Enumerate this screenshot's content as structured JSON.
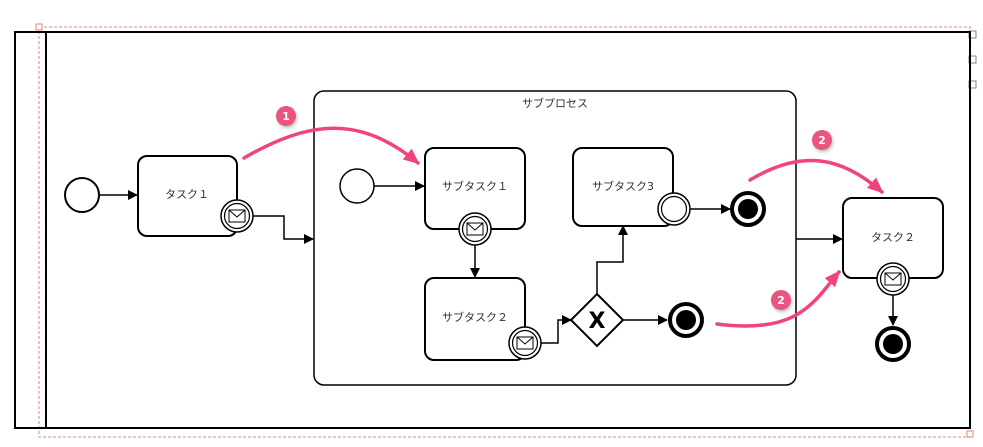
{
  "diagram": {
    "subprocess": {
      "label": "サブプロセス"
    },
    "tasks": {
      "task1": "タスク１",
      "task2": "タスク２",
      "subtask1": "サブタスク１",
      "subtask2": "サブタスク２",
      "subtask3": "サブタスク3"
    },
    "gateway": {
      "symbol": "X"
    },
    "annotations": {
      "marker1": "1",
      "marker2a": "2",
      "marker2b": "2"
    },
    "colors": {
      "arrow_pink": "#f0457a",
      "marker_fill": "#e8557f",
      "selection_dash": "#e06060"
    }
  }
}
